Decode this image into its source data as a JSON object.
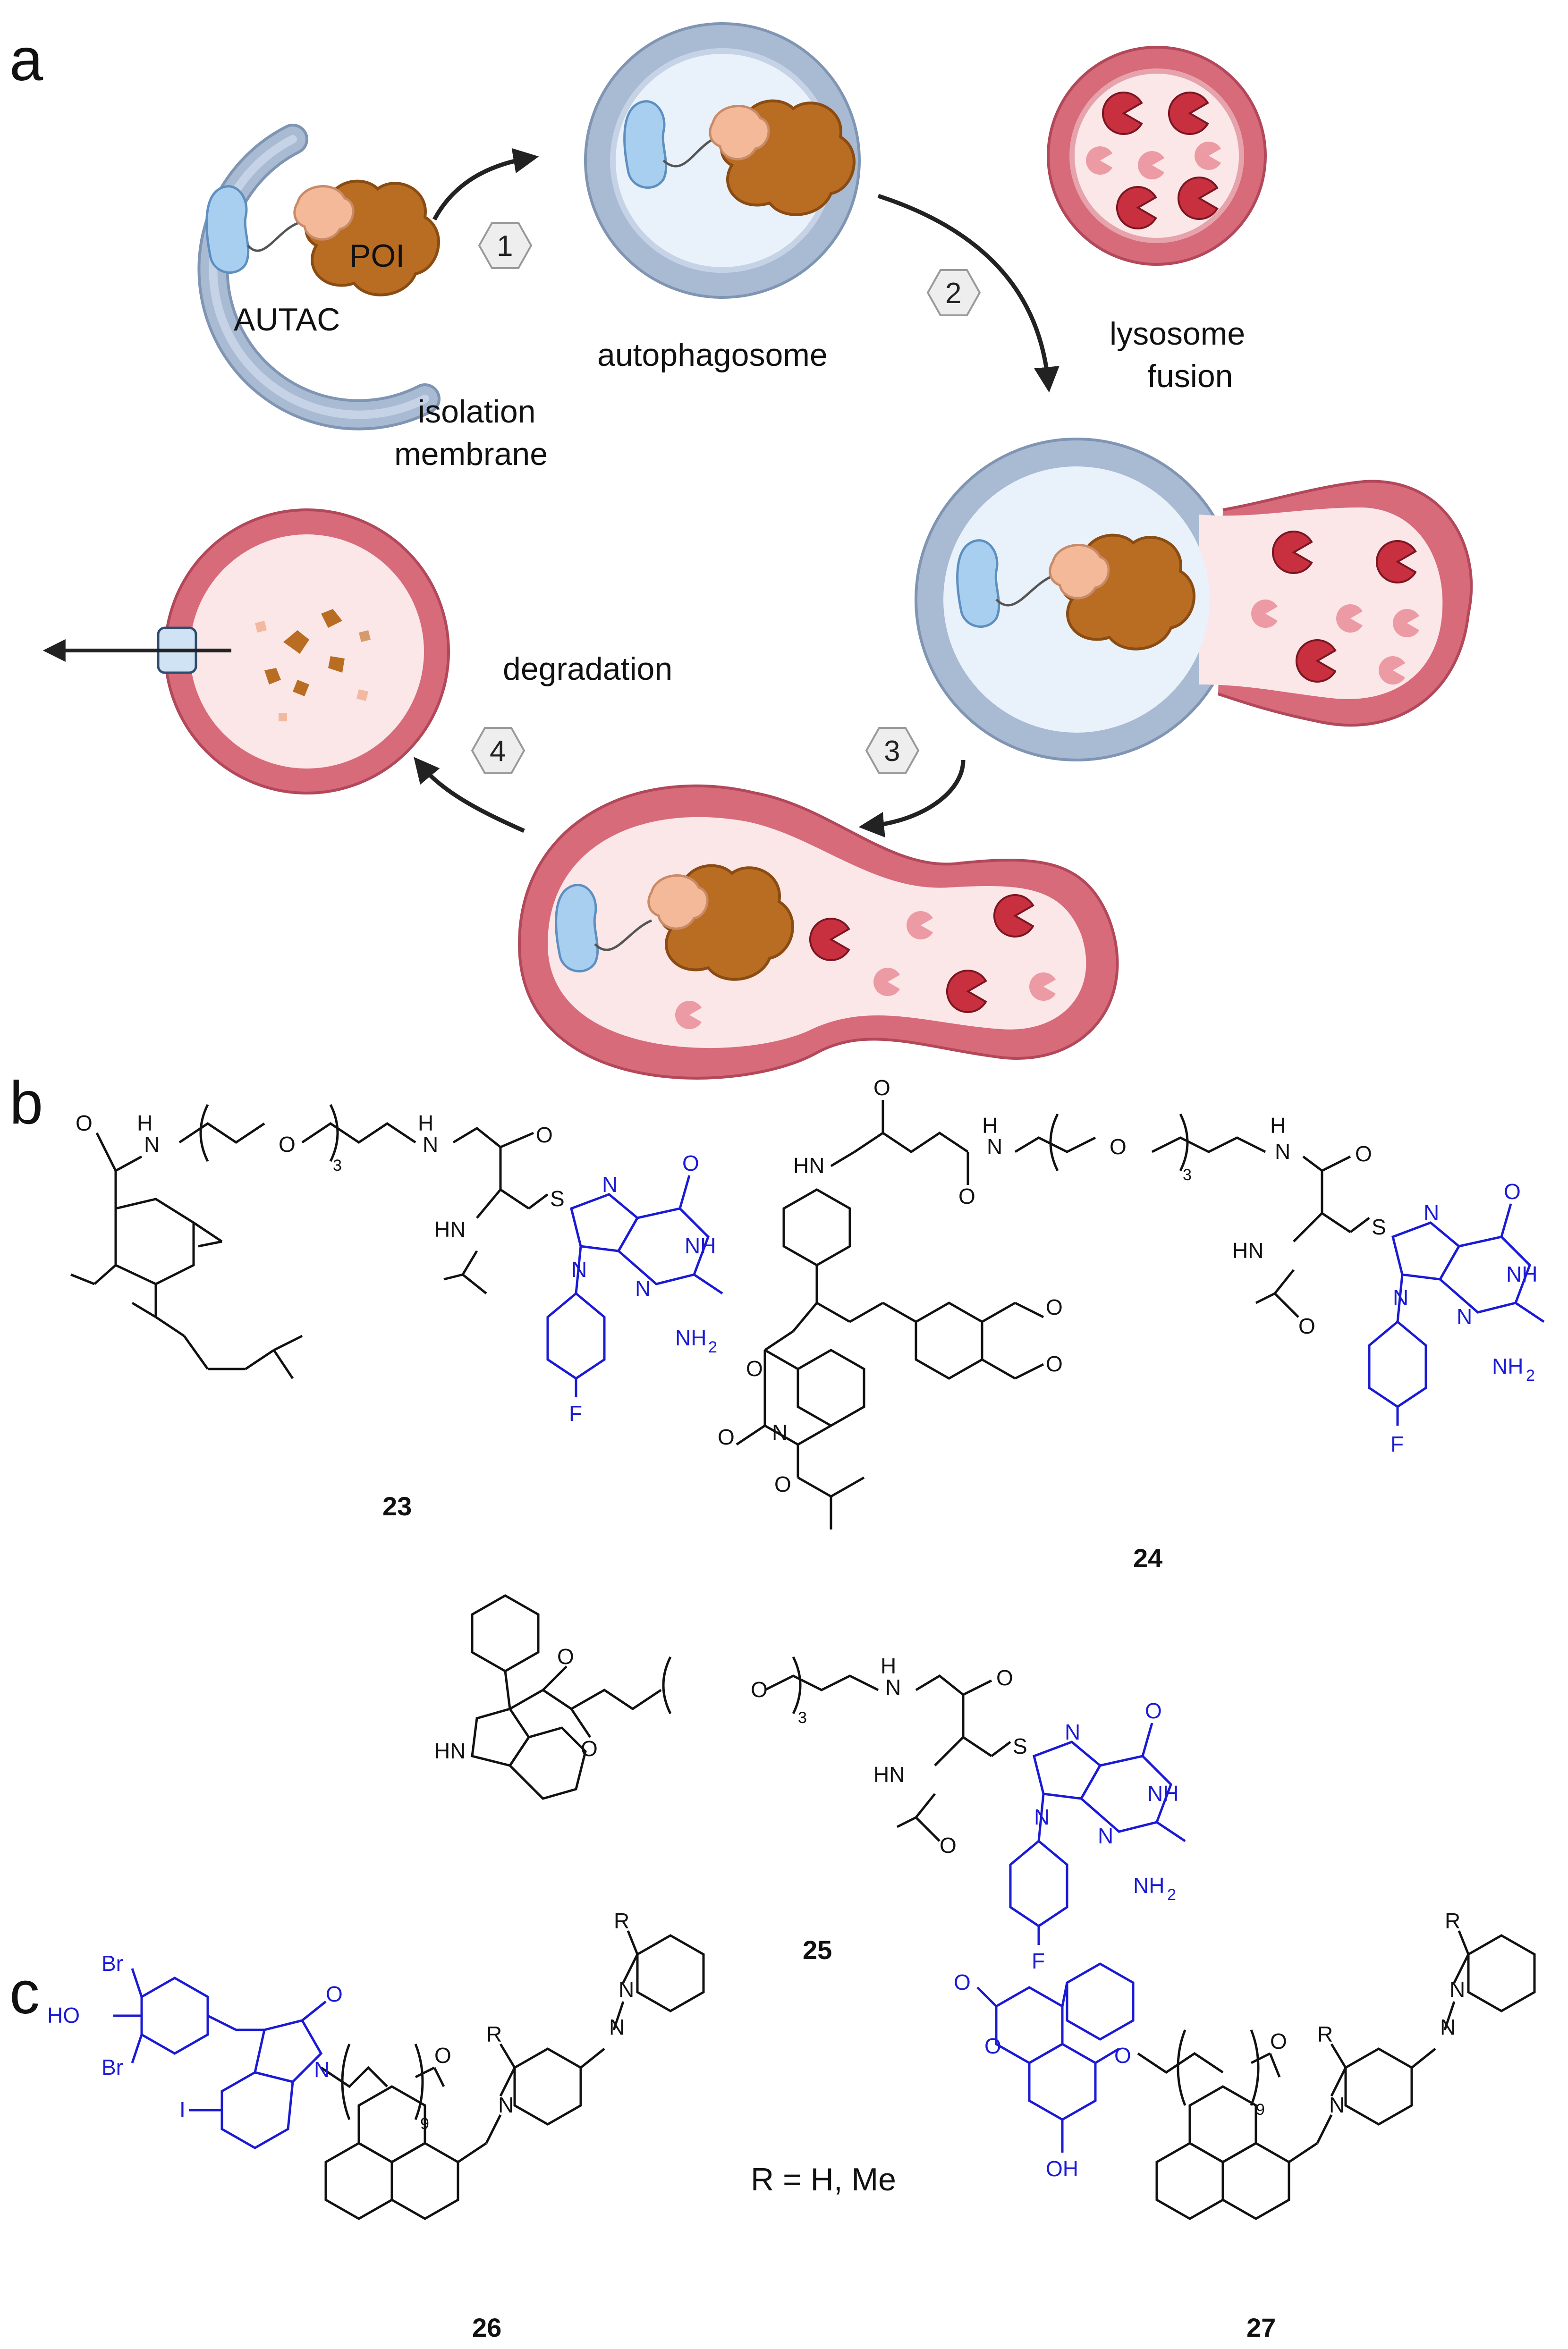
{
  "panels": {
    "a": "a",
    "b": "b",
    "c": "c"
  },
  "panel_a": {
    "labels": {
      "poi": "POI",
      "autac": "AUTAC",
      "isolation_membrane_1": "isolation",
      "isolation_membrane_2": "membrane",
      "autophagosome": "autophagosome",
      "lysosome_fusion_1": "lysosome",
      "lysosome_fusion_2": "fusion",
      "degradation": "degradation"
    },
    "steps": [
      "1",
      "2",
      "3",
      "4"
    ]
  },
  "panel_b": {
    "compounds": [
      "23",
      "24",
      "25"
    ]
  },
  "panel_c": {
    "compounds": [
      "26",
      "27"
    ],
    "r_definition": "R = H, Me"
  },
  "chem_text": {
    "nh": "NH",
    "hn": "HN",
    "h": "H",
    "n": "N",
    "o": "O",
    "s": "S",
    "f": "F",
    "nh2": "NH",
    "two": "2",
    "three": "3",
    "nine": "9",
    "br": "Br",
    "ho": "HO",
    "oh": "OH",
    "i": "I",
    "r": "R"
  },
  "colors": {
    "membrane_blue": "#a9bad3",
    "lysosome_red": "#d76b7a",
    "poi_brown": "#b96d22",
    "ligand_peach": "#f3b998",
    "tag_blue": "#a9cff0",
    "enzyme_red": "#c8303f",
    "structure_blue": "#1a1ad6"
  }
}
